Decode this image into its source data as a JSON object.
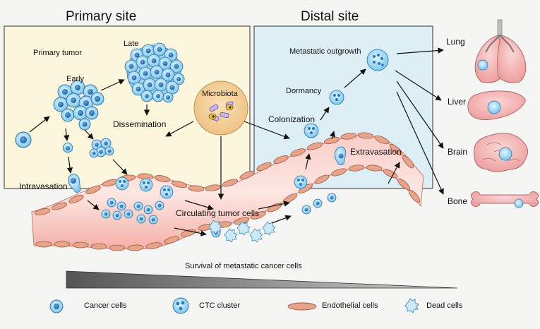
{
  "headers": {
    "primary": "Primary site",
    "distal": "Distal site"
  },
  "primary": {
    "primary_tumor": "Primary tumor",
    "late": "Late",
    "early": "Early",
    "dissemination": "Dissemination",
    "intravasation": "Intravasation"
  },
  "center": {
    "microbiota": "Microbiota",
    "circulating": "Circulating tumor cells"
  },
  "distal": {
    "metastatic_outgrowth": "Metastatic outgrowth",
    "dormancy": "Dormancy",
    "colonization": "Colonization",
    "extravasation": "Extravasation"
  },
  "organs": {
    "lung": "Lung",
    "liver": "Liver",
    "brain": "Brain",
    "bone": "Bone"
  },
  "survival": "Survival of metastatic cancer cells",
  "legend": {
    "cancer_cells": "Cancer cells",
    "ctc_cluster": "CTC cluster",
    "endothelial": "Endothelial cells",
    "dead": "Dead cells"
  },
  "colors": {
    "primary_bg": "#fbf6dc",
    "distal_bg": "#ddeef5",
    "vessel": "#f6b9b3",
    "endothelial": "#e8a48a",
    "cell": "#8fd0ee",
    "nucleus": "#2a78c0",
    "microbiota_bg": "#f5d39e",
    "organ": "#f4b6b6"
  }
}
